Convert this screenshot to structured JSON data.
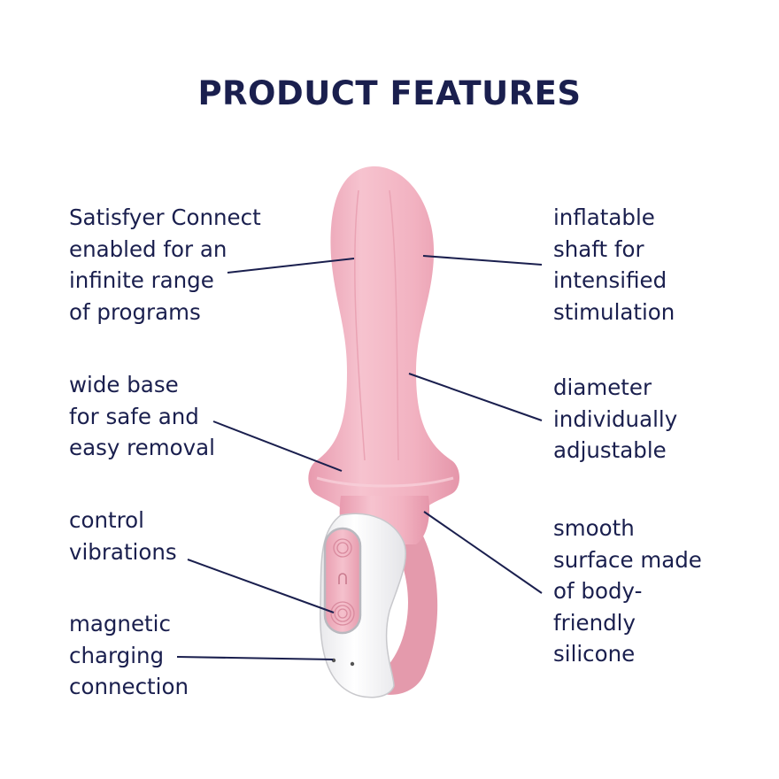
{
  "title": "PRODUCT FEATURES",
  "colors": {
    "text": "#1a1f4e",
    "product_pink": "#f2b3c2",
    "product_white": "#ffffff",
    "leader_line": "#1a1f4e"
  },
  "callouts": {
    "left": [
      {
        "id": "app-connect",
        "lines": [
          "Satisfyer Connect",
          "enabled for an",
          "infinite range",
          "of programs"
        ]
      },
      {
        "id": "wide-base",
        "lines": [
          "wide base",
          "for safe and",
          "easy removal"
        ]
      },
      {
        "id": "control",
        "lines": [
          "control",
          "vibrations"
        ]
      },
      {
        "id": "charging",
        "lines": [
          "magnetic",
          "charging",
          "connection"
        ]
      }
    ],
    "right": [
      {
        "id": "inflatable",
        "lines": [
          "inflatable",
          "shaft for",
          "intensified",
          "stimulation"
        ]
      },
      {
        "id": "diameter",
        "lines": [
          "diameter",
          "individually",
          "adjustable"
        ]
      },
      {
        "id": "silicone",
        "lines": [
          "smooth",
          "surface made",
          "of body-",
          "friendly",
          "silicone"
        ]
      }
    ]
  },
  "product": {
    "illustration": "pink-product-with-white-handle",
    "buttons": [
      "upper-control-button",
      "middle-control-button",
      "lower-control-button"
    ]
  }
}
